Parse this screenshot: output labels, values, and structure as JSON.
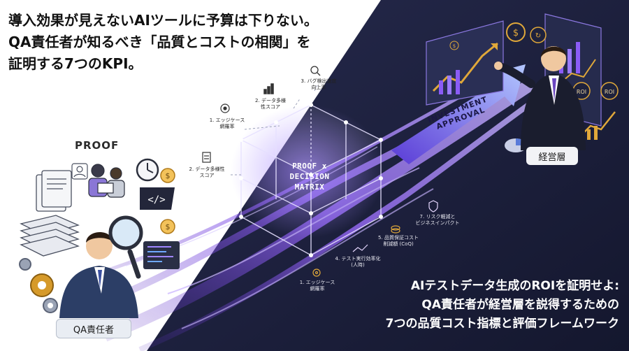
{
  "headline": {
    "line1": "導入効果が見えないAIツールに予算は下りない。",
    "line2": "QA責任者が知るべき「品質とコストの相関」を",
    "line3": "証明する7つのKPI。"
  },
  "proof_label": "PROOF",
  "qa_person_label": "QA責任者",
  "executive_label": "経営層",
  "matrix": {
    "line1": "PROOF x",
    "line2": "DECISION",
    "line3": "MATRIX"
  },
  "arrow_text": {
    "line1": "INVESTMENT",
    "line2": "APPROVAL"
  },
  "kpis_upper": [
    {
      "line1": "1. エッジケース",
      "line2": "網羅率"
    },
    {
      "line1": "2. データ多様",
      "line2": "性スコア"
    },
    {
      "line1": "3. バグ検出速度",
      "line2": "向上率"
    }
  ],
  "kpi_left": {
    "line1": "2. データ多様性",
    "line2": "スコア"
  },
  "kpis_lower": [
    {
      "line1": "7. リスク軽減と",
      "line2": "ビジネスインパクト"
    },
    {
      "line1": "5. 品質保証コスト",
      "line2": "削減額 (CoQ)"
    },
    {
      "line1": "4. テスト実行効率化",
      "line2": "(人時)"
    },
    {
      "line1": "1. エッジケース",
      "line2": "網羅率"
    }
  ],
  "bottom_text": {
    "line1": "AIテストデータ生成のROIを証明せよ:",
    "line2": "QA責任者が経営層を説得するための",
    "line3": "7つの品質コスト指標と評価フレームワーク"
  },
  "colors": {
    "dark_navy": "#1c1f3d",
    "purple_accent": "#8b5cf6",
    "violet_glow": "#b48cff",
    "gold": "#e0a83a"
  },
  "icons": [
    "document-icon",
    "team-icon",
    "clock-icon",
    "dollar-icon",
    "code-icon",
    "magnifier-icon",
    "gear-icon",
    "chart-icon",
    "target-icon",
    "shield-icon",
    "coins-icon",
    "pie-chart-icon",
    "roi-icon"
  ]
}
